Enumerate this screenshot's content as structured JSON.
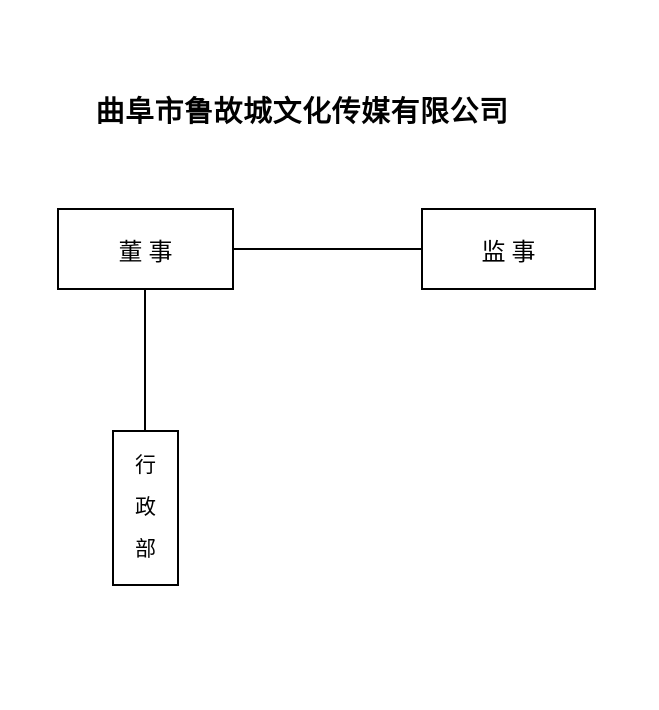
{
  "title": {
    "text": "曲阜市鲁故城文化传媒有限公司"
  },
  "org_chart": {
    "nodes": [
      {
        "id": "director",
        "label": "董事"
      },
      {
        "id": "supervisor",
        "label": "监事"
      },
      {
        "id": "admin-dept",
        "label": "行政部",
        "orientation": "vertical",
        "chars": [
          "行",
          "政",
          "部"
        ]
      }
    ],
    "edges": [
      {
        "from": "director",
        "to": "supervisor",
        "type": "horizontal"
      },
      {
        "from": "director",
        "to": "admin-dept",
        "type": "vertical"
      }
    ]
  },
  "colors": {
    "background": "#ffffff",
    "line": "#000000",
    "text": "#000000"
  }
}
